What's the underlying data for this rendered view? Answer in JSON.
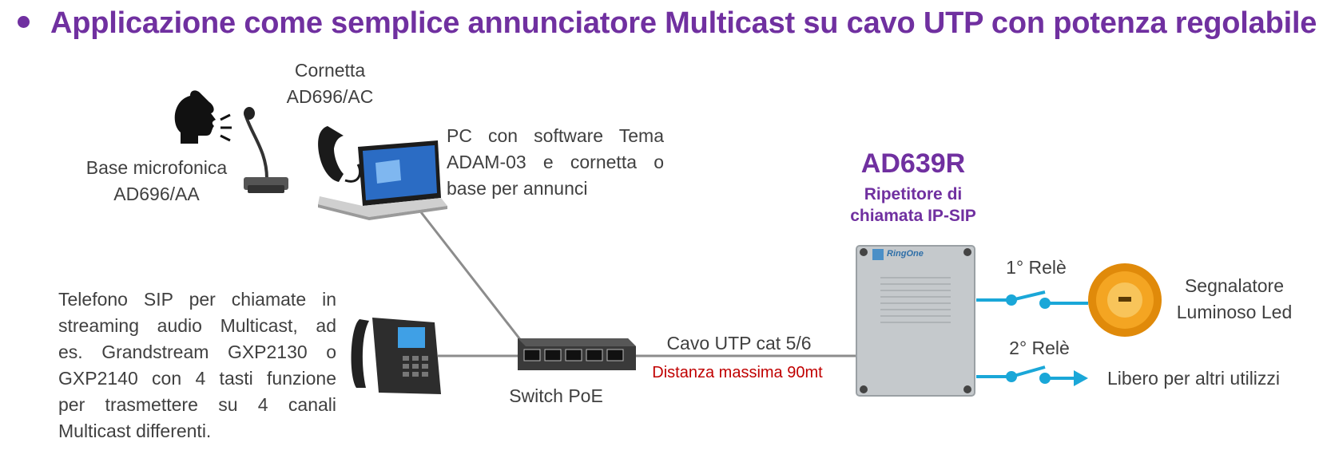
{
  "title": "Applicazione come semplice annunciatore Multicast su cavo UTP con potenza regolabile",
  "labels": {
    "cornetta": [
      "Cornetta",
      "AD696/AC"
    ],
    "base_mic": [
      "Base microfonica",
      "AD696/AA"
    ],
    "pc": [
      "PC con software Tema",
      "ADAM-03 e cornetta o",
      "base per annunci"
    ],
    "phone": [
      "Telefono SIP per chiamate in",
      "streaming audio Multicast, ad",
      "es. Grandstream GXP2130 o",
      "GXP2140 con 4 tasti funzione",
      "per trasmettere su 4 canali",
      "Multicast differenti."
    ],
    "switch": "Switch PoE",
    "cable": "Cavo UTP cat 5/6",
    "distance": "Distanza massima 90mt",
    "device_name": "AD639R",
    "device_sub": [
      "Ripetitore di",
      "chiamata IP-SIP"
    ],
    "relay1": "1° Relè",
    "relay2": "2° Relè",
    "beacon": [
      "Segnalatore",
      "Luminoso Led"
    ],
    "free": "Libero per altri utilizzi",
    "brand": "RingOne"
  },
  "colors": {
    "title": "#7030a0",
    "text": "#404040",
    "distance": "#c00000",
    "relay": "#1aa7d8",
    "cable": "#8c8c8c"
  },
  "icons": [
    "speaking-head-icon",
    "gooseneck-microphone-icon",
    "handset-icon",
    "laptop-icon",
    "ip-phone-icon",
    "poe-switch-icon",
    "repeater-box-icon",
    "beacon-icon",
    "relay-switch-icon",
    "arrow-icon"
  ]
}
